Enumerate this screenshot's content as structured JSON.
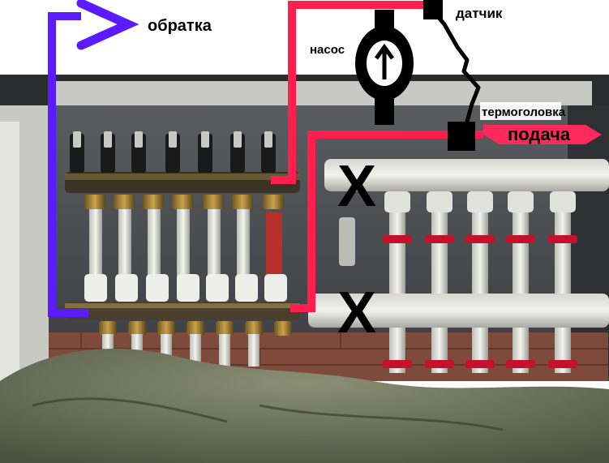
{
  "labels": {
    "return": "обратка",
    "pump": "насос",
    "sensor": "датчик",
    "thermal_head": "термоголовка",
    "supply": "подача"
  },
  "marks": {
    "cross": "X"
  },
  "colors": {
    "return_line": "#5a1cff",
    "supply_line": "#ff1f4f",
    "sensor_wire": "#000000",
    "pump_symbol": "#000000",
    "annotation_text": "#000000"
  }
}
